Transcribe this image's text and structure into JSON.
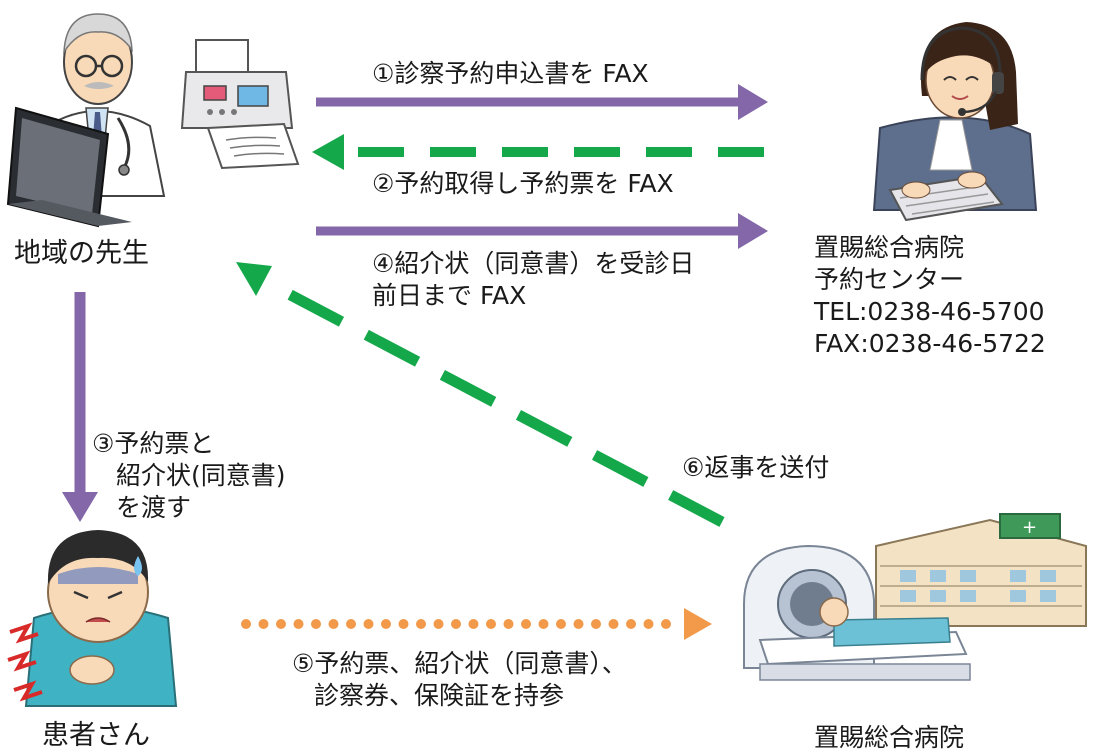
{
  "colors": {
    "purple_arrow": "#8367a8",
    "green_dashed": "#14a84b",
    "orange_dotted": "#f29a4a"
  },
  "actors": {
    "doctor": {
      "label": "地域の先生",
      "icon": "doctor-icon"
    },
    "reservation_center": {
      "name_line1": "置賜総合病院",
      "name_line2": "予約センター",
      "tel": "TEL:0238-46-5700",
      "fax": "FAX:0238-46-5722",
      "icon": "call-center-operator-icon"
    },
    "patient": {
      "label": "患者さん",
      "icon": "patient-icon"
    },
    "hospital": {
      "label": "置賜総合病院",
      "icon": "hospital-mri-icon"
    }
  },
  "fax_machine": {
    "icon": "fax-machine-icon"
  },
  "steps": {
    "s1": "①診察予約申込書を FAX",
    "s2": "②予約取得し予約票を FAX",
    "s3_line1": "③予約票と",
    "s3_line2": "紹介状(同意書)",
    "s3_line3": "を渡す",
    "s4_line1": "④紹介状（同意書）を受診日",
    "s4_line2": "前日まで FAX",
    "s5_line1": "⑤予約票、紹介状（同意書）、",
    "s5_line2": "診察券、保険証を持参",
    "s6": "⑥返事を送付"
  }
}
